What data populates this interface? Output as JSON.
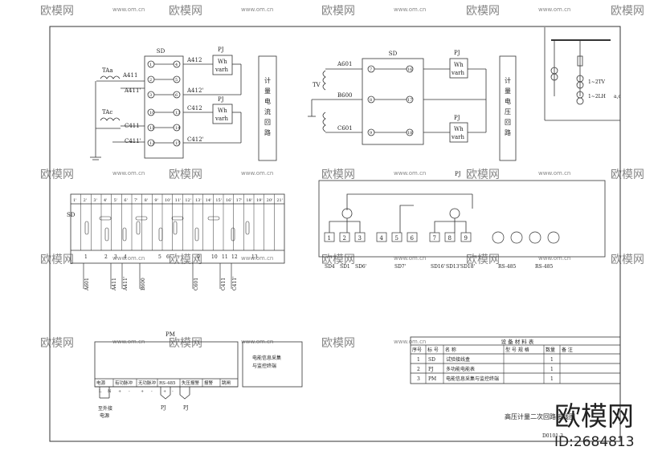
{
  "watermark": {
    "brand": "欧模网",
    "site": "www.om.cn",
    "id_text": "ID:2684813"
  },
  "current_section": {
    "sd_title": "SD",
    "pj_top": "PJ",
    "pj_bottom": "PJ",
    "meter_wh": "Wh",
    "meter_varh": "varh",
    "ta_a": "TAa",
    "ta_c": "TAc",
    "wire_a411": "A411",
    "wire_a411p": "A411'",
    "wire_c411": "C411",
    "wire_c411p": "C411'",
    "wire_a412": "A412",
    "wire_a412p": "A412'",
    "wire_c412": "C412",
    "wire_c412p": "C412'",
    "terminals_left": [
      "1",
      "2",
      "3",
      "10",
      "11",
      "12"
    ],
    "terminals_right": [
      "4",
      "5",
      "6",
      "13",
      "14",
      "15"
    ],
    "loop_label": "计量电流回路"
  },
  "voltage_section": {
    "sd_title": "SD",
    "pj_top": "PJ",
    "pj_bottom": "PJ",
    "tv": "TV",
    "meter_wh": "Wh",
    "meter_varh": "varh",
    "wire_a601": "A601",
    "wire_b600": "B600",
    "wire_c601": "C601",
    "terminals_left": [
      "7",
      "8",
      "9"
    ],
    "terminals_right": [
      "16",
      "17",
      "18"
    ],
    "loop_label": "计量电压回路"
  },
  "primary_inset": {
    "label_1": "1~2TV",
    "label_2": "1~2LH",
    "label_2_suffix": "a,c"
  },
  "terminal_strip": {
    "sd": "SD",
    "top_numbers": [
      "1'",
      "2'",
      "3'",
      "4'",
      "5'",
      "6'",
      "7'",
      "8'",
      "9'",
      "10'",
      "11'",
      "12'",
      "13'",
      "14'",
      "15'",
      "16'",
      "17'",
      "18'",
      "19'",
      "20'",
      "21'"
    ],
    "bottom_numbers": [
      "1",
      "2",
      "3",
      "4",
      "5",
      "6",
      "",
      "9",
      "10",
      "11",
      "12",
      "13"
    ],
    "bottom_wires": [
      "A601",
      "A411",
      "A411'",
      "B600",
      "C601",
      "C411",
      "C411'"
    ]
  },
  "meter_terminal": {
    "title": "PJ",
    "box_numbers": [
      "1",
      "2",
      "3",
      "4",
      "5",
      "6",
      "7",
      "8",
      "9"
    ],
    "labels": [
      "SD4",
      "SD1",
      "SD6'",
      "SD7'",
      "SD16'",
      "SD13'",
      "SD18'",
      "RS-485",
      "RS-485"
    ]
  },
  "pm_section": {
    "title": "PM",
    "group_headers": [
      "电源",
      "有功脉冲",
      "无功脉冲",
      "RS-485",
      "失压报警",
      "报警",
      "跳闸"
    ],
    "pins": [
      "L",
      "N",
      "+",
      "-",
      "+",
      "-",
      "+",
      "-"
    ],
    "to_power": [
      "至外接",
      "电源"
    ],
    "pj1": "PJ",
    "pj2": "PJ",
    "info_box": [
      "电能信息采集",
      "与监控终端"
    ]
  },
  "equipment_table": {
    "title": "设 备 材 料 表",
    "headers": [
      "序号",
      "标 号",
      "名   称",
      "型 号 规 格",
      "数量",
      "备   注"
    ],
    "rows": [
      [
        "1",
        "SD",
        "试验接线盒",
        "",
        "1",
        ""
      ],
      [
        "2",
        "PJ",
        "多功能电能表",
        "",
        "1",
        ""
      ],
      [
        "3",
        "PM",
        "电能信息采集与监控终端",
        "",
        "1",
        ""
      ]
    ]
  },
  "title_block": {
    "title": "高压计量二次回路接线图",
    "code": "D0101-3"
  }
}
